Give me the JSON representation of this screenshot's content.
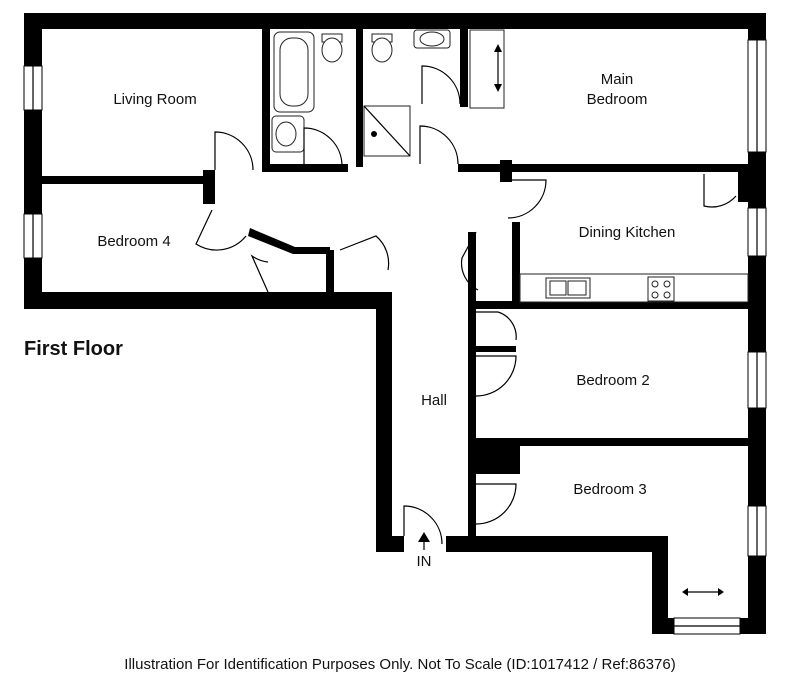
{
  "plan": {
    "floor_label": "First Floor",
    "footer": "Illustration For Identification Purposes Only. Not To Scale (ID:1017412 / Ref:86376)",
    "rooms": {
      "living_room": "Living Room",
      "main_bedroom_line1": "Main",
      "main_bedroom_line2": "Bedroom",
      "bedroom_4": "Bedroom 4",
      "dining_kitchen": "Dining Kitchen",
      "bedroom_2": "Bedroom 2",
      "hall": "Hall",
      "bedroom_3": "Bedroom 3"
    },
    "entrance_label": "IN"
  }
}
